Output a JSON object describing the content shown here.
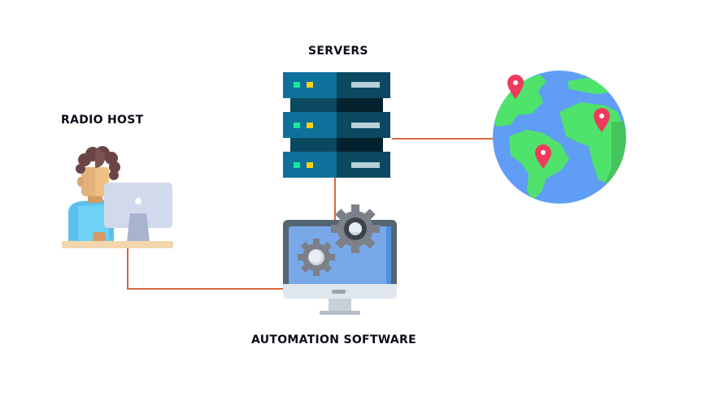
{
  "diagram": {
    "nodes": {
      "servers": {
        "label": "SERVERS",
        "icon": "server-rack-icon"
      },
      "radio_host": {
        "label": "RADIO HOST",
        "icon": "person-at-computer-icon"
      },
      "automation": {
        "label": "AUTOMATION SOFTWARE",
        "icon": "monitor-gears-icon"
      },
      "world": {
        "label": "",
        "icon": "globe-with-pins-icon"
      }
    },
    "connections": [
      {
        "from": "radio_host",
        "to": "automation"
      },
      {
        "from": "automation",
        "to": "servers"
      },
      {
        "from": "servers",
        "to": "world"
      }
    ],
    "colors": {
      "connector": "#d9683c",
      "server_light": "#0e7199",
      "server_dark": "#0b4961",
      "ocean": "#5f9ef4",
      "land": "#4fe36b",
      "pin": "#ef3a5d",
      "screen": "#78a8e8",
      "gear": "#7b8089"
    }
  }
}
